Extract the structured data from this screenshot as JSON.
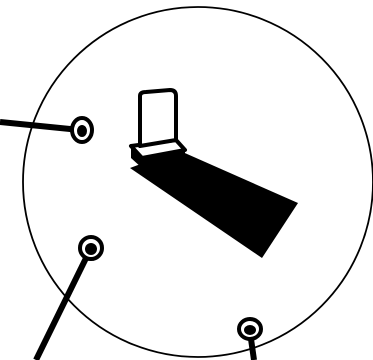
{
  "scene": {
    "description_visible_text": "",
    "elements": {
      "dial": "dial-circle",
      "object": "tombstone-icon",
      "shadow": "cast-shadow",
      "markers": [
        "marker-left",
        "marker-lower-left",
        "marker-bottom"
      ]
    },
    "colors": {
      "background": "#ffffff",
      "stroke": "#000000",
      "fill": "#000000"
    }
  }
}
